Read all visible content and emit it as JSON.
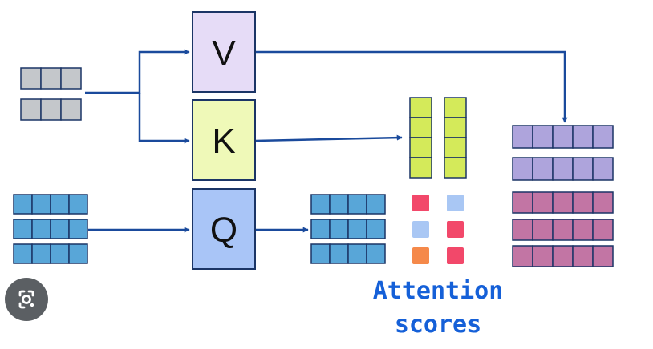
{
  "diagram": {
    "boxes": {
      "v": {
        "label": "V",
        "fill": "#e6dcf7"
      },
      "k": {
        "label": "K",
        "fill": "#eff9b8"
      },
      "q": {
        "label": "Q",
        "fill": "#a9c5f7"
      }
    },
    "caption": {
      "line1": "Attention",
      "line2": "scores"
    }
  },
  "colors": {
    "arrow": "#1a4a9c",
    "border": "#1b3566",
    "caption": "#1560d8",
    "input_gray": "#c4c7cb",
    "query_blue": "#58a6d8",
    "key_green": "#d4ea5a",
    "value_purple": "#aea4dc",
    "output_magenta": "#c275a4",
    "score_red": "#f2486a",
    "score_lightblue": "#a9c7f4",
    "score_orange": "#f5894a"
  },
  "overlay": {
    "lens_icon": "google-lens-icon"
  }
}
